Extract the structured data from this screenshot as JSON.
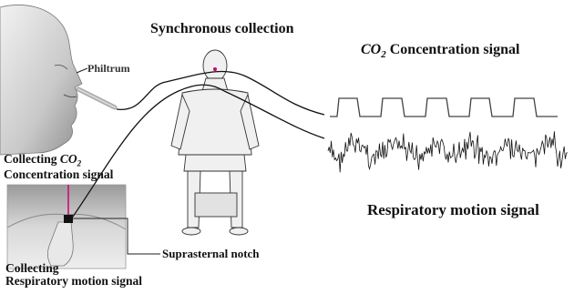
{
  "figure": {
    "sync_title": "Synchronous collection",
    "philtrum_label": "Philtrum",
    "co2_signal_title": {
      "symbol": "CO",
      "subscript": "2",
      "text": "Concentration signal"
    },
    "collect_co2": {
      "line1_prefix": "Collecting ",
      "symbol": "CO",
      "subscript": "2",
      "line2": "Concentration signal"
    },
    "collect_resp": {
      "line1": "Collecting",
      "line2": "Respiratory motion signal"
    },
    "suprasternal_label": "Suprasternal notch",
    "resp_signal_title": "Respiratory motion signal"
  },
  "illustrations": {
    "face": "face-with-co2-sampling-tube",
    "neck": "neck-with-finger-sensor",
    "person": "seated-subject"
  }
}
